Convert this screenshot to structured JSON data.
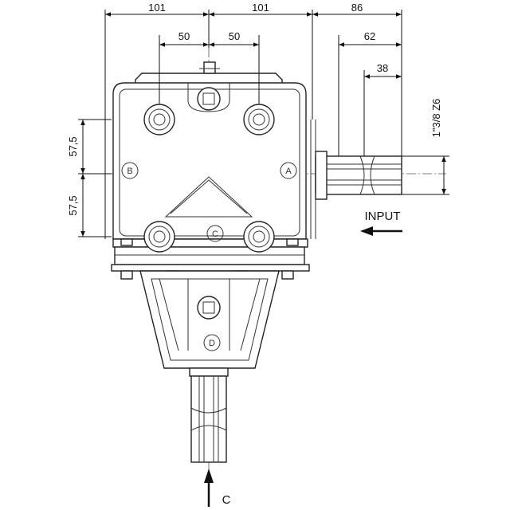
{
  "dimensions": {
    "top_left": "101",
    "top_right": "101",
    "top_far_right": "86",
    "inner_left": "50",
    "inner_right": "50",
    "shaft_62": "62",
    "shaft_38": "38",
    "vertical_upper": "57,5",
    "vertical_lower": "57,5",
    "spline_spec": "1\"3/8 Z6"
  },
  "labels": {
    "input": "INPUT",
    "output": "C",
    "port_a": "A",
    "port_b": "B",
    "port_c": "C",
    "port_d": "D"
  },
  "colors": {
    "line": "#222222",
    "background": "#ffffff"
  }
}
